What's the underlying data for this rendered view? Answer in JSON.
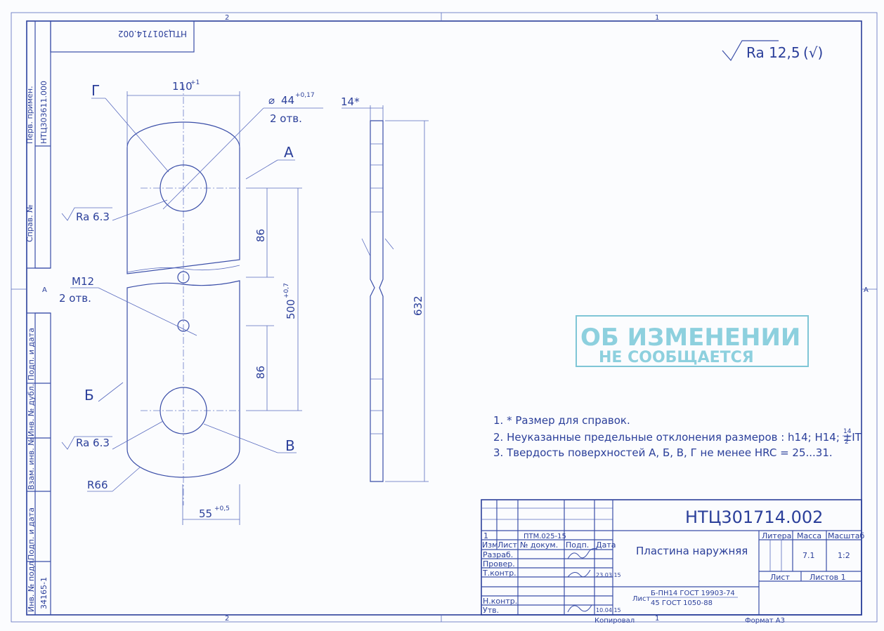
{
  "drawing_code": "НТЦ301714.002",
  "drawing_code_rotated": "НТЦ301714.002",
  "roughness_general": "Ra 12,5",
  "zone_top_left": "2",
  "zone_top_right": "1",
  "zone_bottom_left": "2",
  "zone_bottom_right": "1",
  "zone_side_left": "A",
  "zone_side_right": "A",
  "left_strip": {
    "perv_primen_label": "Перв. примен.",
    "perv_primen_value": "НТЦ303611.000",
    "sprav_label": "Справ. №",
    "podp_data_label_1": "Подп. и дата",
    "inv_dubl_label": "Инв. № дубл.",
    "vzam_inv_label": "Взам. инв. №",
    "podp_data_label_2": "Подп. и дата",
    "inv_podl_label": "Инв. № подл.",
    "inv_podl_value": "34165-1"
  },
  "dimensions": {
    "width_top": "110",
    "width_top_tol": "+1",
    "hole_dia": "44",
    "hole_dia_tol": "+0,17",
    "hole_count": "2 отв.",
    "thickness": "14*",
    "dim_86_top": "86",
    "dim_86_bottom": "86",
    "dim_500": "500",
    "dim_500_tol": "+0,7",
    "dim_632": "632",
    "width_bottom": "55",
    "width_bottom_tol": "+0,5",
    "radius": "R66",
    "thread": "M12",
    "thread_count": "2 отв.",
    "rough_1": "Ra 6.3",
    "rough_2": "Ra 6.3"
  },
  "surface_labels": {
    "a": "А",
    "b": "Б",
    "v": "В",
    "g": "Г"
  },
  "stamp": {
    "line1": "ОБ ИЗМЕНЕНИИ",
    "line2": "НЕ СООБЩАЕТСЯ"
  },
  "notes": [
    "1. * Размер  для справок.",
    "2. Неуказанные предельные отклонения размеров : h14; H14; ±IT",
    "3. Твердость поверхностей А, Б, В, Г не менее HRC = 25...31."
  ],
  "note2_frac_num": "14",
  "note2_frac_den": "2",
  "title_block": {
    "code": "НТЦ301714.002",
    "name": "Пластина наружняя",
    "rev_num": "1",
    "rev_doc": "ПТМ.025-15",
    "col_izm": "Изм",
    "col_list": "Лист",
    "col_doc": "№ докум.",
    "col_podp": "Подп.",
    "col_data": "Дата",
    "row_razrab": "Разраб.",
    "row_prover": "Провер.",
    "row_tkontr": "Т.контр.",
    "row_nkontr": "Н.контр.",
    "row_utv": "Утв.",
    "litera_label": "Литера",
    "massa_label": "Масса",
    "masshtab_label": "Масштаб",
    "massa_value": "7.1",
    "masshtab_value": "1:2",
    "list_label": "Лист",
    "listov_label": "Листов 1",
    "material_line1": "Б-ПН14 ГОСТ 19903-74",
    "material_line2": "45 ГОСТ 1050-88",
    "material_prefix": "Лист",
    "date_t": "23.03.15",
    "date_u": "10.04.15",
    "kopiroval": "Копировал",
    "format": "Формат А3",
    "sheet_num": "1"
  }
}
